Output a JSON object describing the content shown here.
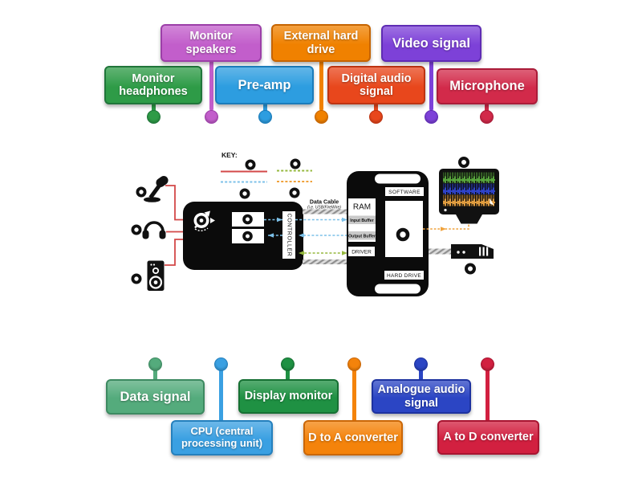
{
  "activity": {
    "type": "labelled-diagram"
  },
  "labels": {
    "top": [
      {
        "id": "monitor-headphones",
        "text": "Monitor headphones",
        "color": "#2e9b47",
        "border": "#20753a"
      },
      {
        "id": "monitor-speakers",
        "text": "Monitor speakers",
        "color": "#c25ecb",
        "border": "#9c3fa8"
      },
      {
        "id": "pre-amp",
        "text": "Pre-amp",
        "color": "#2d9de0",
        "border": "#1b7cba"
      },
      {
        "id": "external-hard-drive",
        "text": "External hard drive",
        "color": "#f08100",
        "border": "#c66400"
      },
      {
        "id": "digital-audio-signal",
        "text": "Digital audio signal",
        "color": "#e8471c",
        "border": "#bd3412"
      },
      {
        "id": "video-signal",
        "text": "Video signal",
        "color": "#7d41d8",
        "border": "#5f2cb4"
      },
      {
        "id": "microphone",
        "text": "Microphone",
        "color": "#d22a4a",
        "border": "#aa1c39"
      }
    ],
    "bottom": [
      {
        "id": "data-signal",
        "text": "Data signal",
        "color": "#54ab7c",
        "border": "#3d8a61"
      },
      {
        "id": "cpu",
        "text": "CPU (central processing unit)",
        "color": "#3aa0e2",
        "border": "#2580bd"
      },
      {
        "id": "display-monitor",
        "text": "Display monitor",
        "color": "#1f9143",
        "border": "#167033"
      },
      {
        "id": "d-to-a-converter",
        "text": "D to A converter",
        "color": "#f4830b",
        "border": "#ca6708"
      },
      {
        "id": "analogue-audio-signal",
        "text": "Analogue audio signal",
        "color": "#2b45c4",
        "border": "#1d32a0"
      },
      {
        "id": "a-to-d-converter",
        "text": "A to D converter",
        "color": "#d22040",
        "border": "#a81531"
      }
    ]
  },
  "diagram": {
    "key": {
      "title": "KEY:"
    },
    "texts": {
      "data_cable": "Data Cable",
      "data_cable_sub": "(i.e. USB/FireWire)",
      "controller": "CONTROLLER",
      "ram": "RAM",
      "input_buffer": "Input Buffer",
      "output_buffer": "Output Buffer",
      "driver": "DRIVER",
      "software": "SOFTWARE",
      "hard_drive": "HARD DRIVE"
    },
    "line_colors": {
      "analogue_red": "#d34848",
      "digital_blue": "#7cc0e8",
      "data_green": "#95b83e",
      "video_orange": "#f0a23c"
    },
    "screen_colors": {
      "track_green": "#57a33c",
      "track_blue": "#2f43c8",
      "track_orange": "#e09c3f"
    }
  }
}
